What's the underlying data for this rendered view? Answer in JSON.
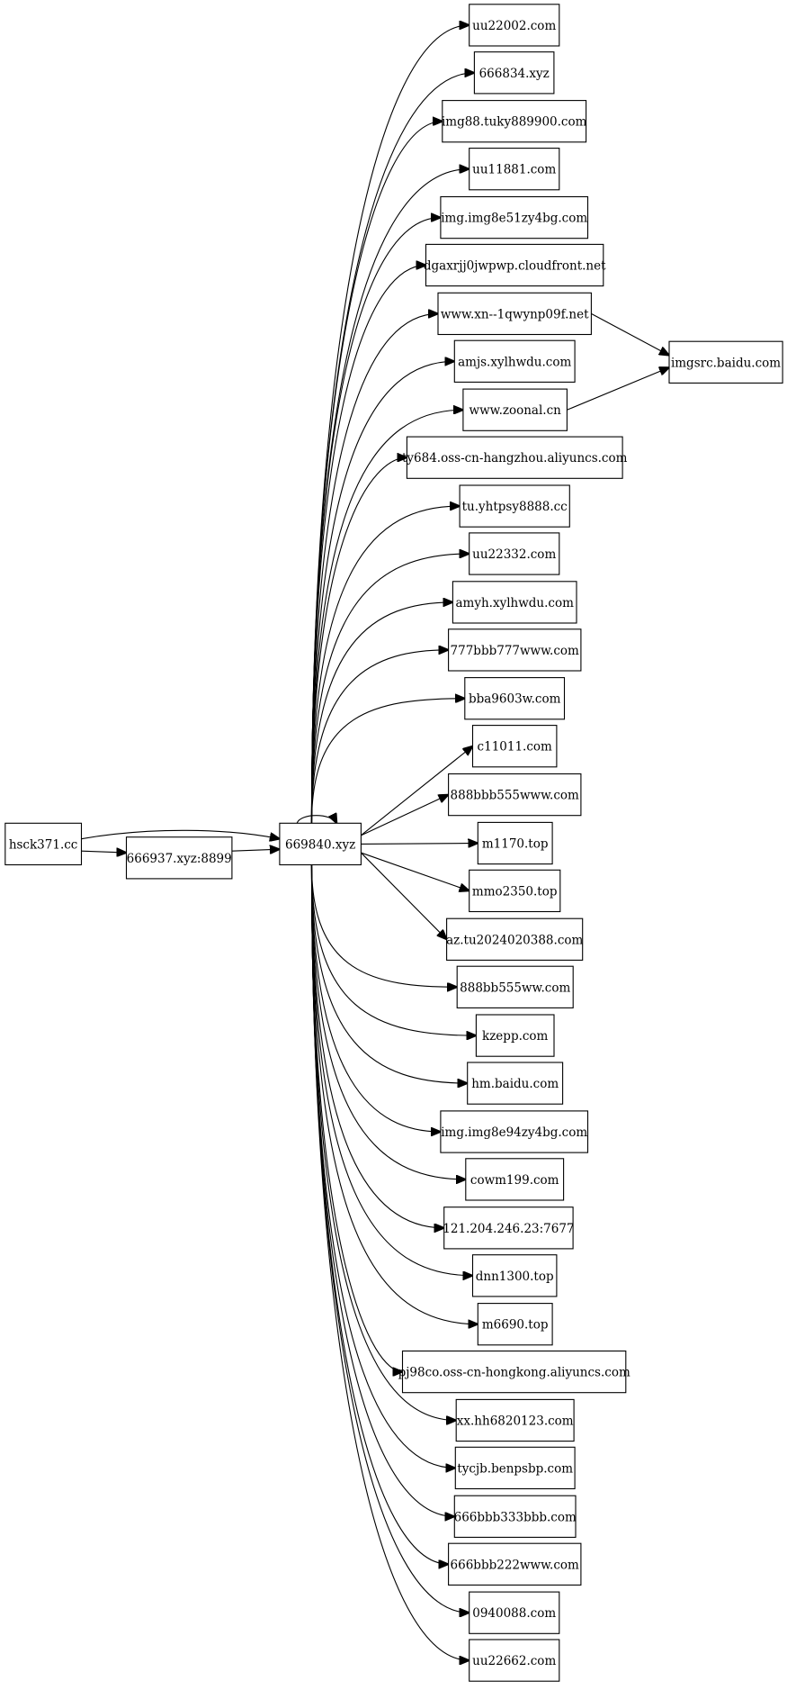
{
  "graph": {
    "nodes": [
      {
        "id": "hsck",
        "label": "hsck371.cc"
      },
      {
        "id": "n666937",
        "label": "666937.xyz:8899"
      },
      {
        "id": "center",
        "label": "669840.xyz"
      },
      {
        "id": "t1",
        "label": "uu22002.com"
      },
      {
        "id": "t2",
        "label": "666834.xyz"
      },
      {
        "id": "t3",
        "label": "img88.tuky889900.com"
      },
      {
        "id": "t4",
        "label": "uu11881.com"
      },
      {
        "id": "t5",
        "label": "img.img8e51zy4bg.com"
      },
      {
        "id": "t6",
        "label": "dgaxrjj0jwpwp.cloudfront.net"
      },
      {
        "id": "t7",
        "label": "www.xn--1qwynp09f.net"
      },
      {
        "id": "t8",
        "label": "amjs.xylhwdu.com"
      },
      {
        "id": "t9",
        "label": "www.zoonal.cn"
      },
      {
        "id": "t10",
        "label": "ty684.oss-cn-hangzhou.aliyuncs.com"
      },
      {
        "id": "t11",
        "label": "tu.yhtpsy8888.cc"
      },
      {
        "id": "t12",
        "label": "uu22332.com"
      },
      {
        "id": "t13",
        "label": "amyh.xylhwdu.com"
      },
      {
        "id": "t14",
        "label": "777bbb777www.com"
      },
      {
        "id": "t15",
        "label": "bba9603w.com"
      },
      {
        "id": "t16",
        "label": "c11011.com"
      },
      {
        "id": "t17",
        "label": "888bbb555www.com"
      },
      {
        "id": "t18",
        "label": "m1170.top"
      },
      {
        "id": "t19",
        "label": "mmo2350.top"
      },
      {
        "id": "t20",
        "label": "az.tu2024020388.com"
      },
      {
        "id": "t21",
        "label": "888bb555ww.com"
      },
      {
        "id": "t22",
        "label": "kzepp.com"
      },
      {
        "id": "t23",
        "label": "hm.baidu.com"
      },
      {
        "id": "t24",
        "label": "img.img8e94zy4bg.com"
      },
      {
        "id": "t25",
        "label": "cowm199.com"
      },
      {
        "id": "t26",
        "label": "121.204.246.23:7677"
      },
      {
        "id": "t27",
        "label": "dnn1300.top"
      },
      {
        "id": "t28",
        "label": "m6690.top"
      },
      {
        "id": "t29",
        "label": "pj98co.oss-cn-hongkong.aliyuncs.com"
      },
      {
        "id": "t30",
        "label": "xx.hh6820123.com"
      },
      {
        "id": "t31",
        "label": "tycjb.benpsbp.com"
      },
      {
        "id": "t32",
        "label": "666bbb333bbb.com"
      },
      {
        "id": "t33",
        "label": "666bbb222www.com"
      },
      {
        "id": "t34",
        "label": "0940088.com"
      },
      {
        "id": "t35",
        "label": "uu22662.com"
      },
      {
        "id": "imgsrc",
        "label": "imgsrc.baidu.com"
      }
    ],
    "edges": [
      [
        "hsck",
        "n666937"
      ],
      [
        "hsck",
        "center"
      ],
      [
        "n666937",
        "center"
      ],
      [
        "center",
        "center"
      ],
      [
        "center",
        "t1"
      ],
      [
        "center",
        "t2"
      ],
      [
        "center",
        "t3"
      ],
      [
        "center",
        "t4"
      ],
      [
        "center",
        "t5"
      ],
      [
        "center",
        "t6"
      ],
      [
        "center",
        "t7"
      ],
      [
        "center",
        "t8"
      ],
      [
        "center",
        "t9"
      ],
      [
        "center",
        "t10"
      ],
      [
        "center",
        "t11"
      ],
      [
        "center",
        "t12"
      ],
      [
        "center",
        "t13"
      ],
      [
        "center",
        "t14"
      ],
      [
        "center",
        "t15"
      ],
      [
        "center",
        "t16"
      ],
      [
        "center",
        "t17"
      ],
      [
        "center",
        "t18"
      ],
      [
        "center",
        "t19"
      ],
      [
        "center",
        "t20"
      ],
      [
        "center",
        "t21"
      ],
      [
        "center",
        "t22"
      ],
      [
        "center",
        "t23"
      ],
      [
        "center",
        "t24"
      ],
      [
        "center",
        "t25"
      ],
      [
        "center",
        "t26"
      ],
      [
        "center",
        "t27"
      ],
      [
        "center",
        "t28"
      ],
      [
        "center",
        "t29"
      ],
      [
        "center",
        "t30"
      ],
      [
        "center",
        "t31"
      ],
      [
        "center",
        "t32"
      ],
      [
        "center",
        "t33"
      ],
      [
        "center",
        "t34"
      ],
      [
        "center",
        "t35"
      ],
      [
        "t7",
        "imgsrc"
      ],
      [
        "t9",
        "imgsrc"
      ]
    ]
  }
}
